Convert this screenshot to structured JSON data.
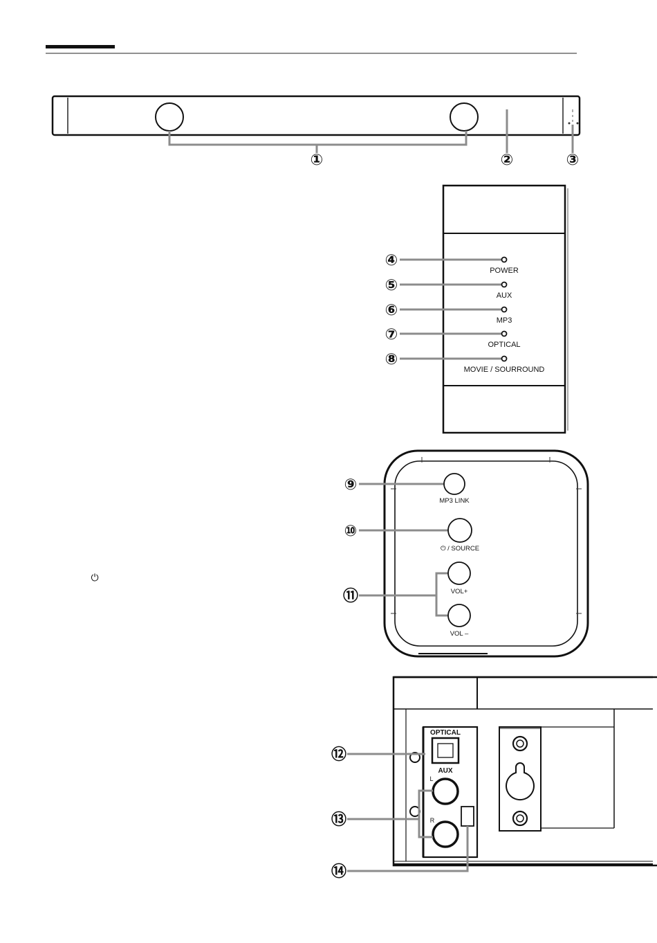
{
  "standby_symbol": "⏻",
  "front_view": {
    "callouts": [
      "①",
      "②",
      "③"
    ]
  },
  "indicator_panel": {
    "callouts": [
      "④",
      "⑤",
      "⑥",
      "⑦",
      "⑧"
    ],
    "leds": [
      "POWER",
      "AUX",
      "MP3",
      "OPTICAL",
      "MOVIE / SOURROUND"
    ]
  },
  "top_panel": {
    "callouts": [
      "⑨",
      "⑩",
      "⑪"
    ],
    "buttons": [
      "MP3 LINK",
      "⏻ / SOURCE",
      "VOL+",
      "VOL –"
    ]
  },
  "rear_panel": {
    "callouts": [
      "⑫",
      "⑬",
      "⑭"
    ],
    "labels": [
      "OPTICAL",
      "AUX",
      "L",
      "R"
    ]
  },
  "colors": {
    "line": "#222222",
    "leader": "#8c8c8c"
  }
}
